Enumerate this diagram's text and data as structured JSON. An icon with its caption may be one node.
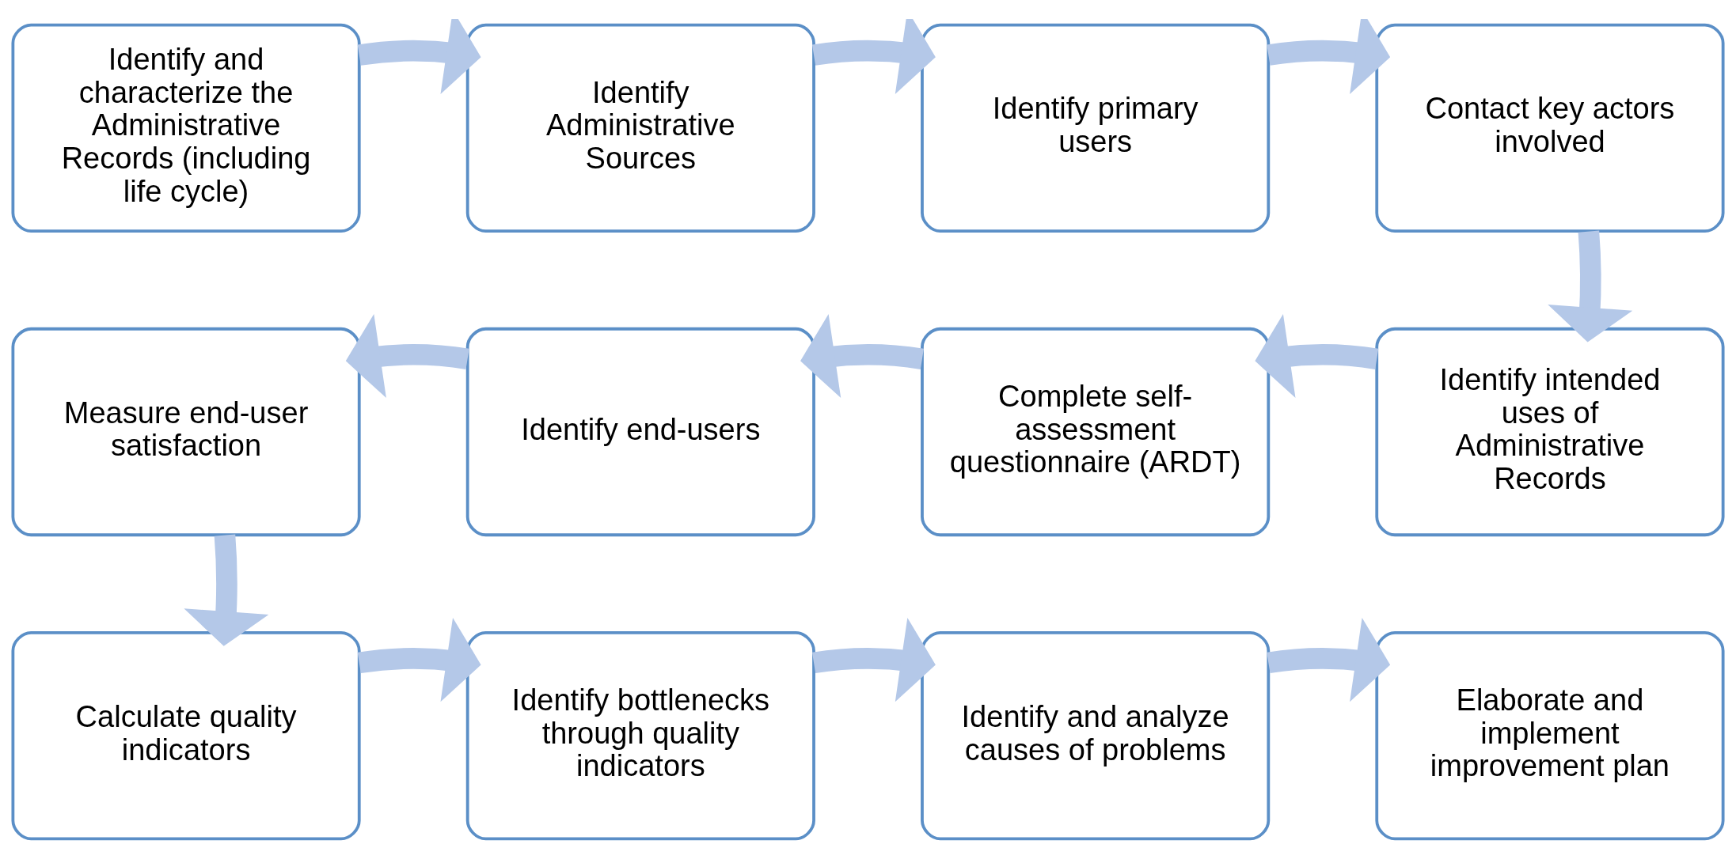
{
  "diagram": {
    "nodes": [
      {
        "text": [
          "Identify and characterize the Administrative Records (including life cycle)"
        ]
      },
      {
        "text": [
          "Identify Administrative Sources"
        ]
      },
      {
        "text": [
          "Identify primary users"
        ]
      },
      {
        "text": [
          "Contact key actors involved"
        ]
      },
      {
        "text": [
          "Measure end-user satisfaction"
        ]
      },
      {
        "text": [
          "Identify end-users"
        ]
      },
      {
        "text": [
          "Complete self-assessment questionnaire (ARDT)"
        ]
      },
      {
        "text": [
          "Identify intended uses of Administrative Records"
        ]
      },
      {
        "text": [
          "Calculate quality indicators"
        ]
      },
      {
        "text": [
          "Identify bottlenecks through quality indicators"
        ]
      },
      {
        "text": [
          "Identify and analyze causes of problems"
        ]
      },
      {
        "text": [
          "Elaborate and implement improvement plan"
        ]
      }
    ],
    "edges": [
      {
        "from": 0,
        "to": 1,
        "arrow": "to"
      },
      {
        "from": 1,
        "to": 2,
        "arrow": "to"
      },
      {
        "from": 2,
        "to": 3,
        "arrow": "to"
      },
      {
        "from": 3,
        "to": 7,
        "arrow": "to"
      },
      {
        "from": 7,
        "to": 6,
        "arrow": "to"
      },
      {
        "from": 6,
        "to": 5,
        "arrow": "to"
      },
      {
        "from": 5,
        "to": 4,
        "arrow": "to"
      },
      {
        "from": 4,
        "to": 8,
        "arrow": "to"
      },
      {
        "from": 8,
        "to": 9,
        "arrow": "to"
      },
      {
        "from": 9,
        "to": 10,
        "arrow": "to"
      },
      {
        "from": 10,
        "to": 11,
        "arrow": "to"
      }
    ]
  }
}
